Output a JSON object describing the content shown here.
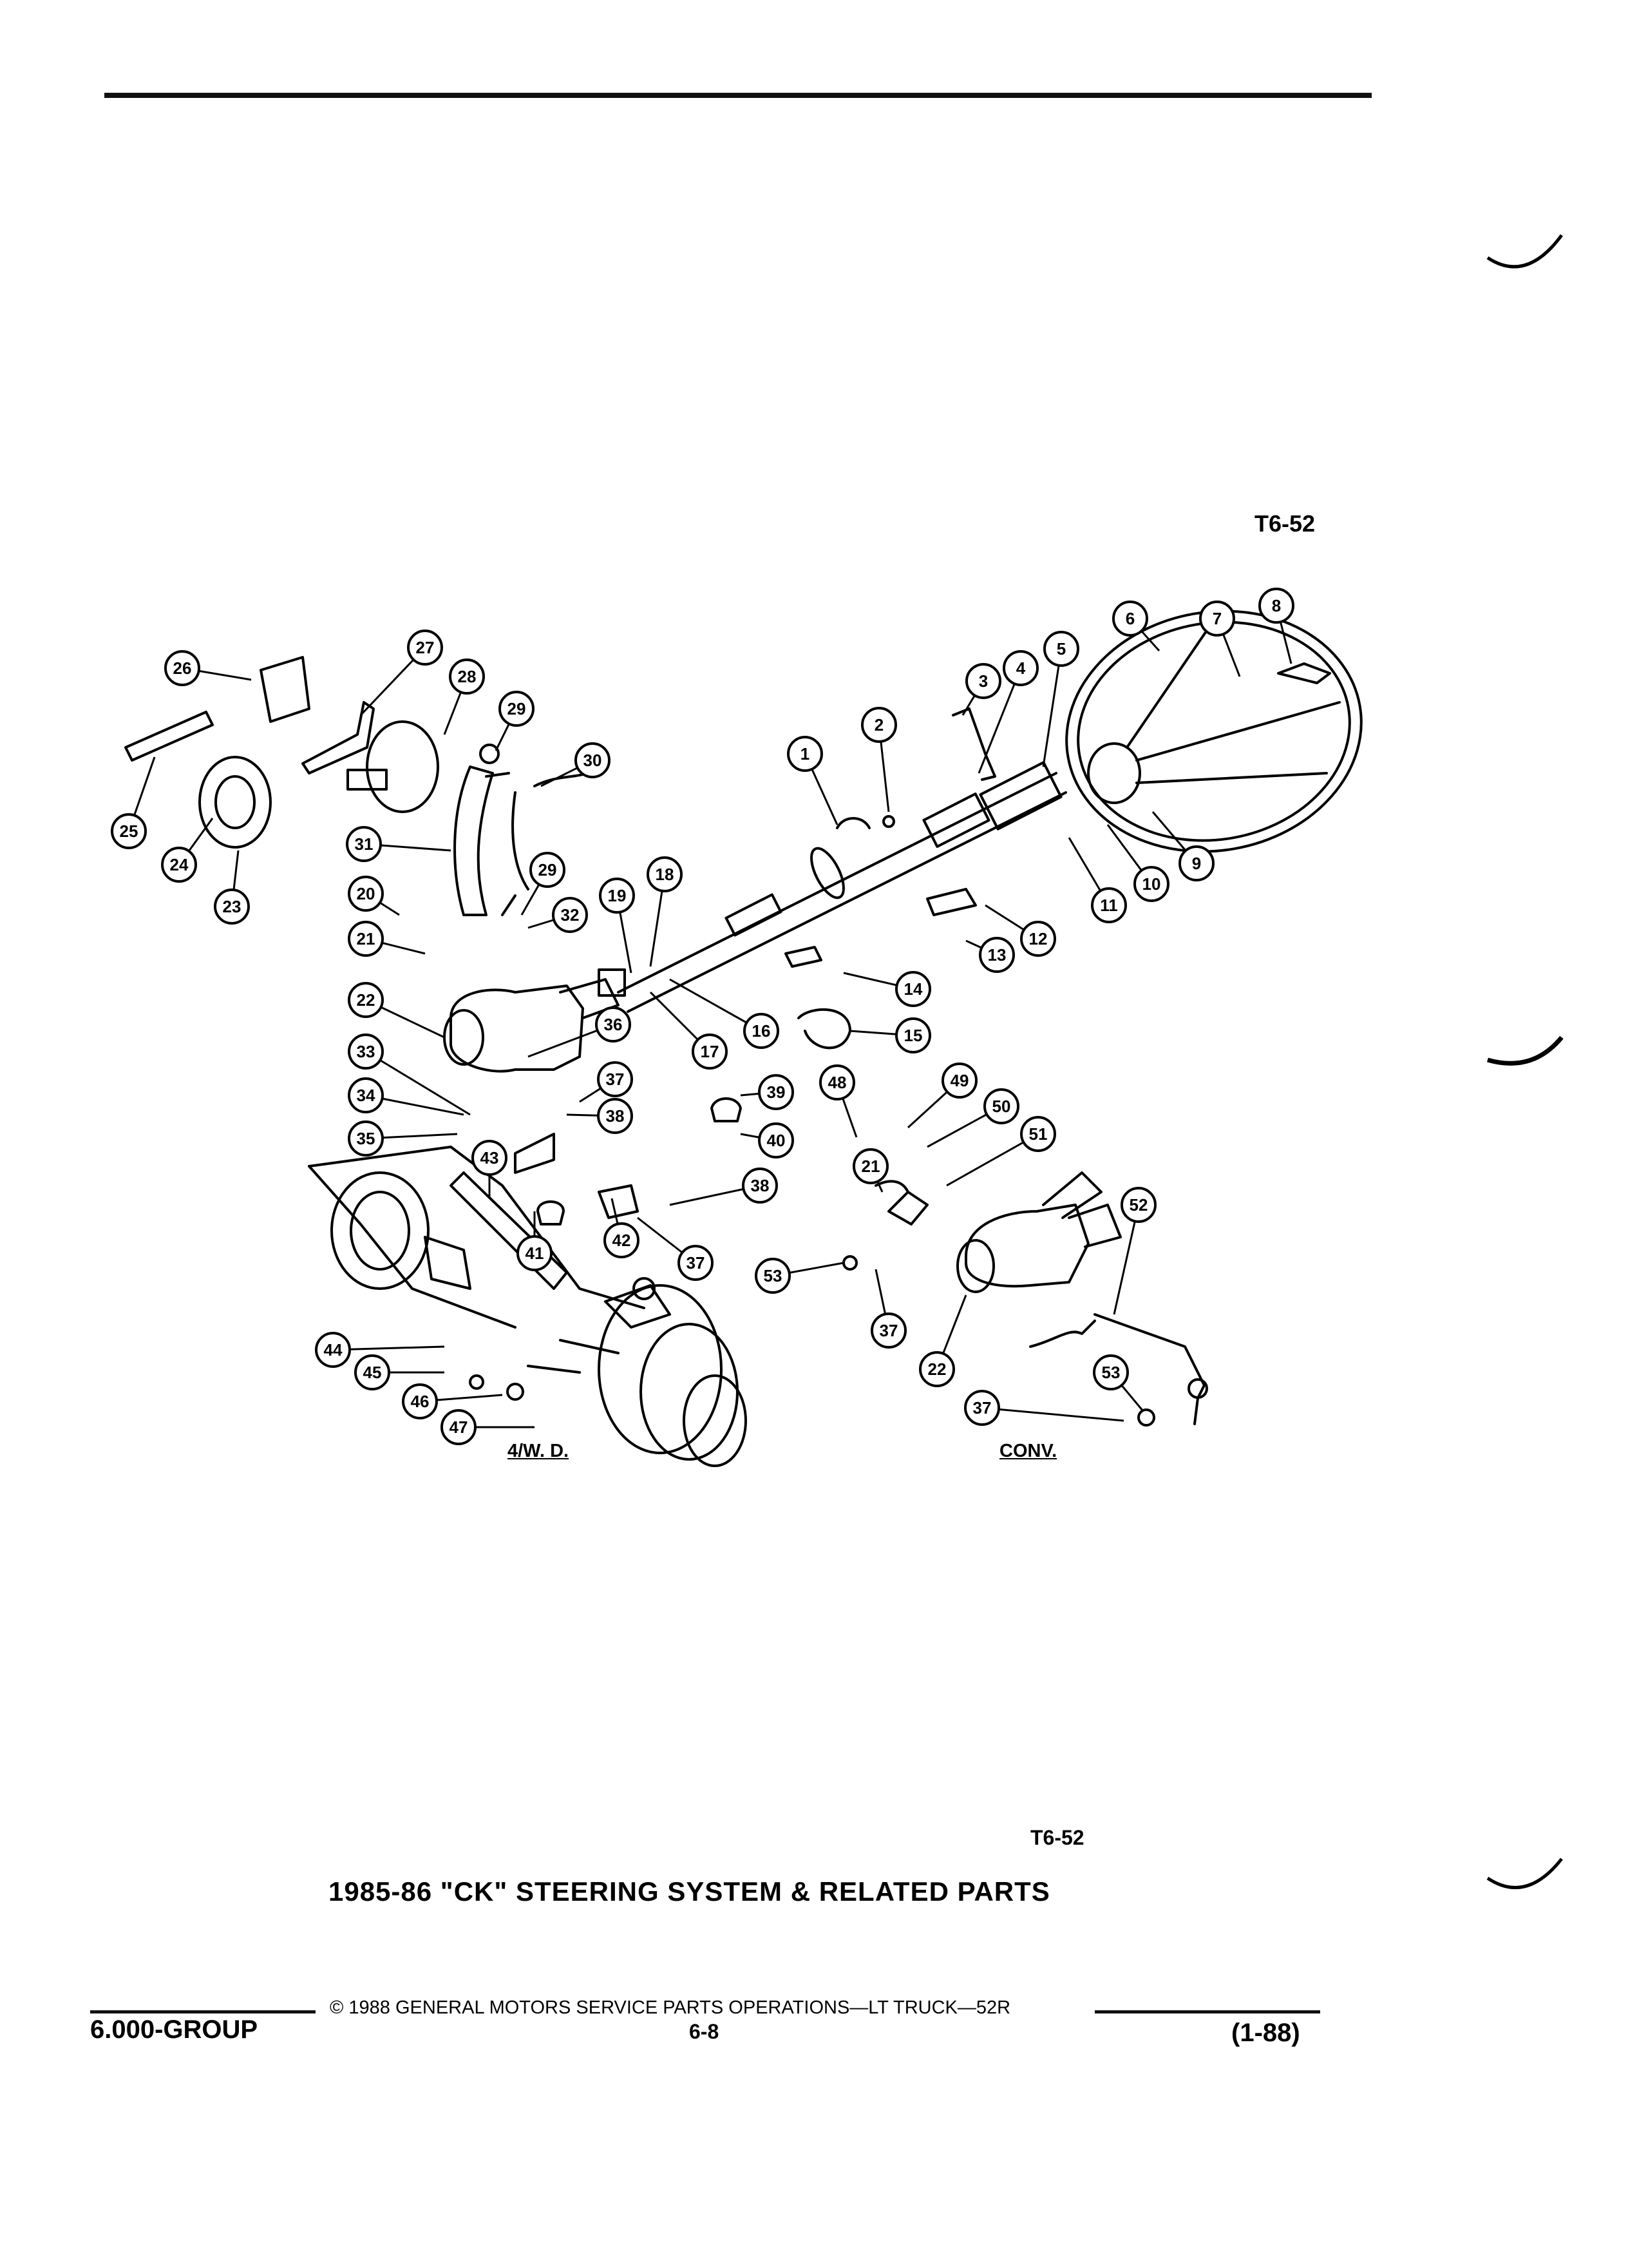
{
  "header": {
    "ref_top": "T6-52"
  },
  "labels": {
    "variant_4wd": "4/W. D.",
    "variant_conv": "CONV."
  },
  "caption": {
    "ref": "T6-52",
    "title": "1985-86 \"CK\" STEERING SYSTEM & RELATED PARTS"
  },
  "footer": {
    "copyright": "© 1988 GENERAL MOTORS SERVICE PARTS OPERATIONS—LT TRUCK—52R",
    "group": "6.000-GROUP",
    "page": "6-8",
    "date": "(1-88)"
  },
  "callouts": [
    "1",
    "2",
    "3",
    "4",
    "5",
    "6",
    "7",
    "8",
    "9",
    "10",
    "11",
    "12",
    "13",
    "14",
    "15",
    "16",
    "17",
    "18",
    "19",
    "20",
    "21",
    "22",
    "23",
    "24",
    "25",
    "26",
    "27",
    "28",
    "29",
    "30",
    "31",
    "32",
    "33",
    "34",
    "35",
    "36",
    "37",
    "38",
    "39",
    "40",
    "41",
    "42",
    "43",
    "44",
    "45",
    "46",
    "47",
    "48",
    "49",
    "50",
    "51",
    "52",
    "53"
  ]
}
